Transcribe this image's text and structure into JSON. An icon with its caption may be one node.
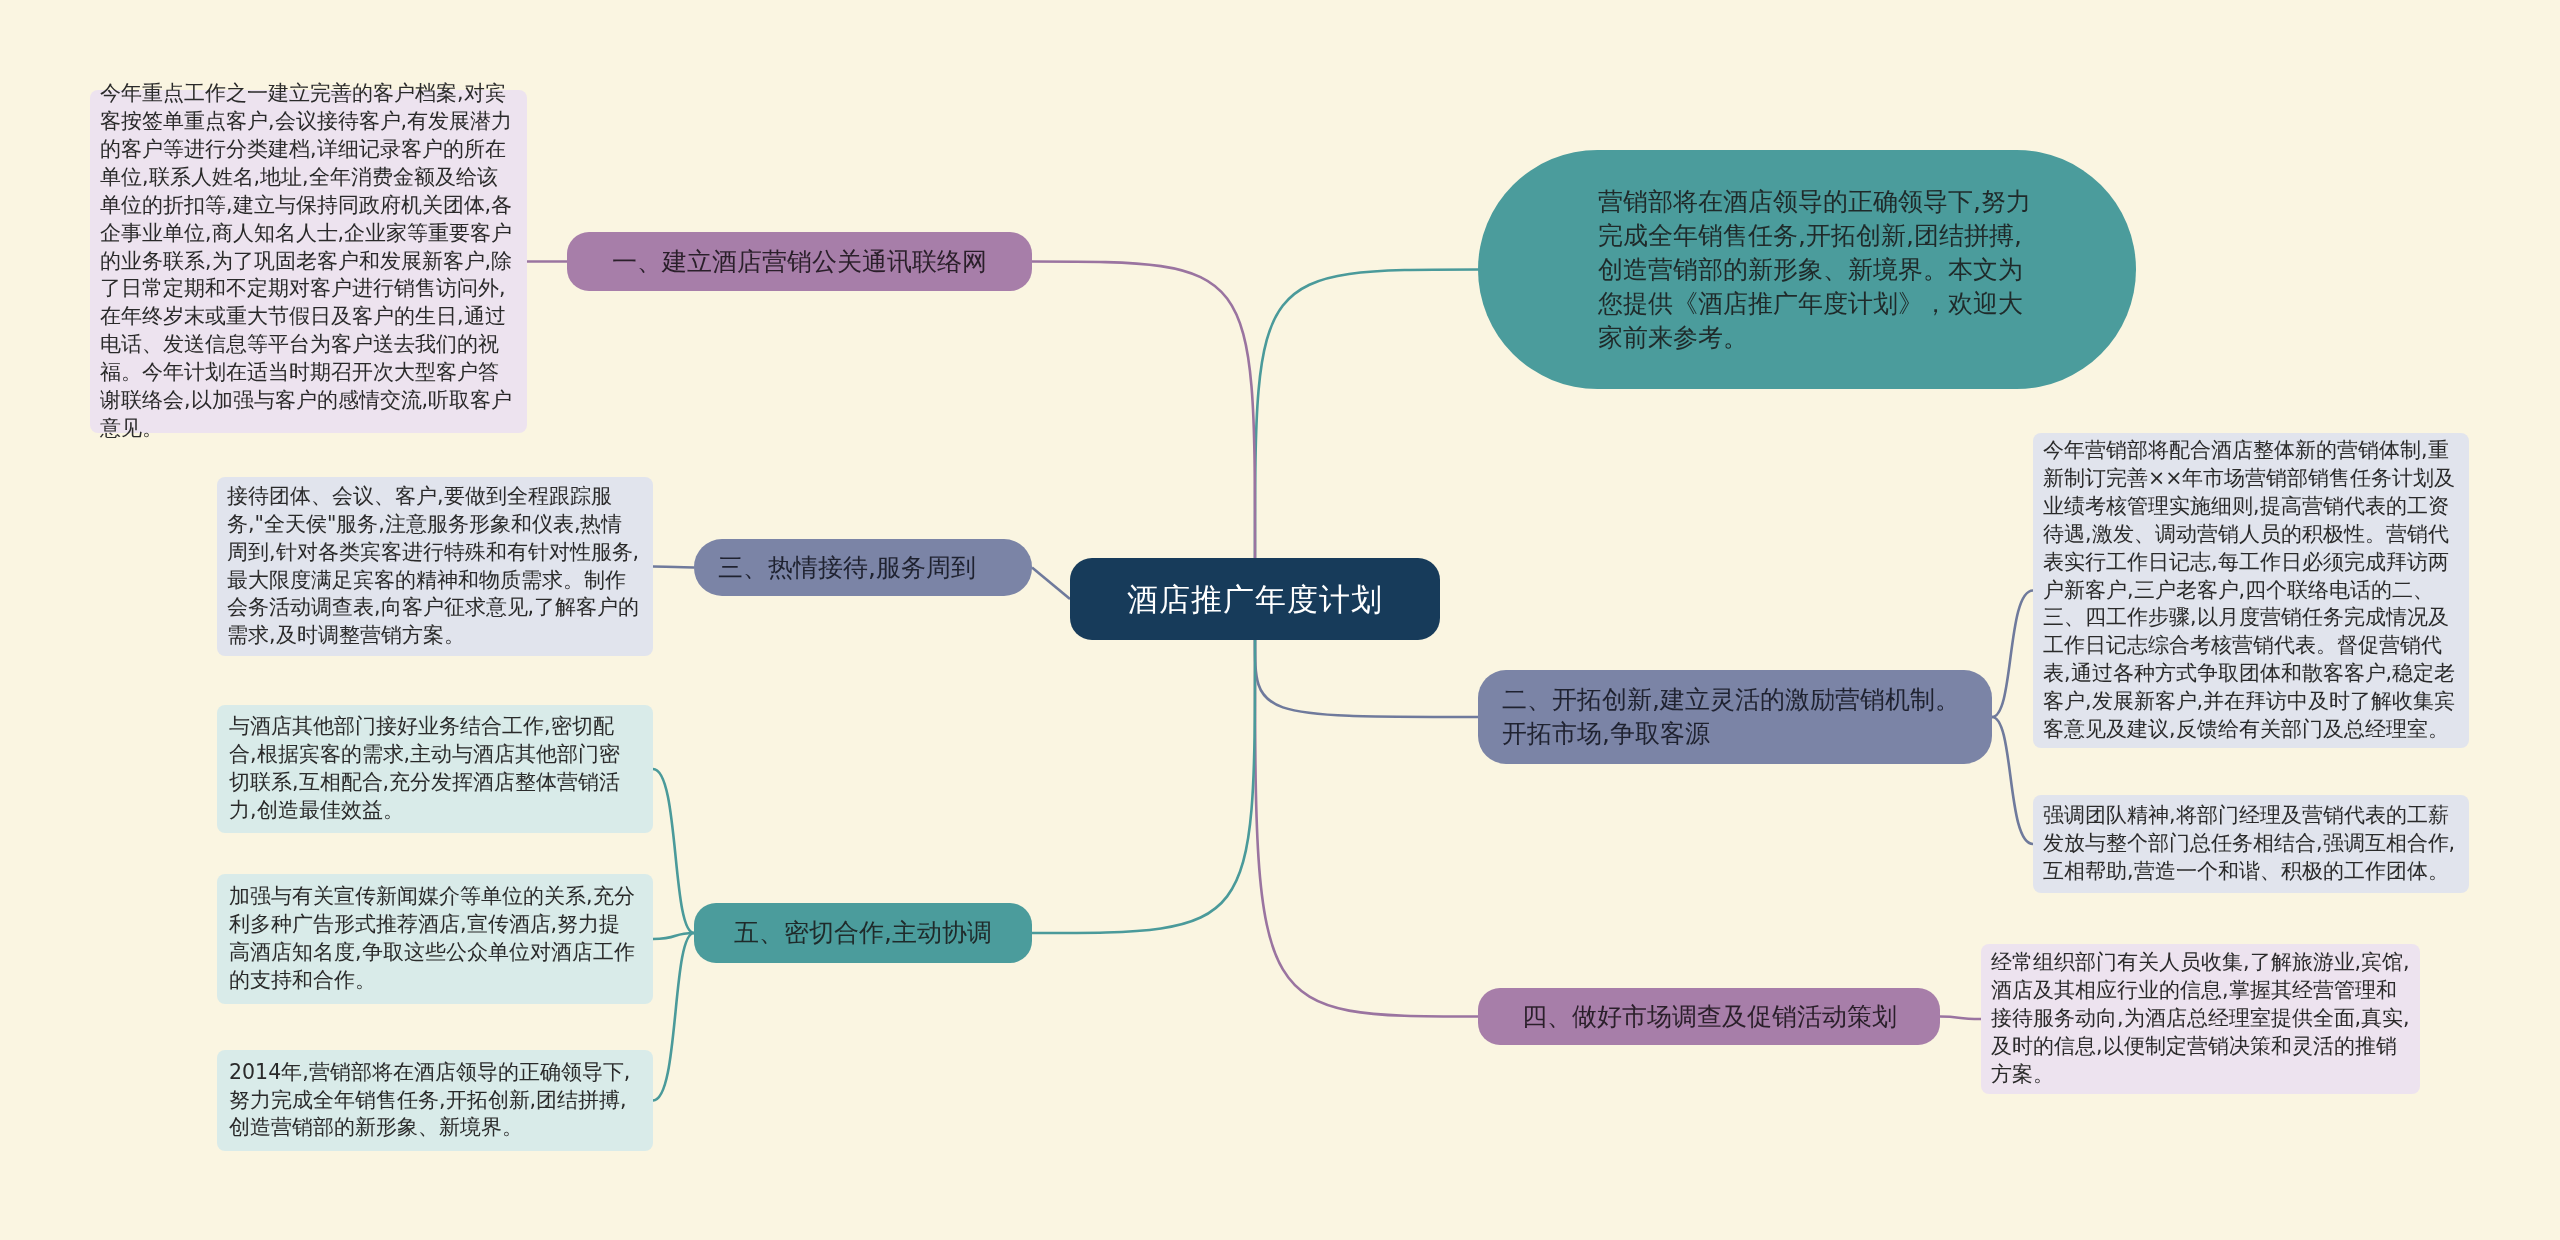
{
  "diagram": {
    "nodes": [
      {
        "text": [
          "酒店推广年度计划"
        ]
      },
      {
        "text": [
          "营销部将在酒店领导的正确领导下,努力完成全年销售任务,开拓创新,团结拼搏,创造营销部的新形象、新境界。本文为您提供《酒店推广年度计划》，欢迎大家前来参考。"
        ]
      },
      {
        "text": [
          "一、建立酒店营销公关通讯联络网"
        ]
      },
      {
        "text": [
          "今年重点工作之一建立完善的客户档案,对宾客按签单重点客户,会议接待客户,有发展潜力的客户等进行分类建档,详细记录客户的所在单位,联系人姓名,地址,全年消费金额及给该单位的折扣等,建立与保持同政府机关团体,各企事业单位,商人知名人士,企业家等重要客户的业务联系,为了巩固老客户和发展新客户,除了日常定期和不定期对客户进行销售访问外,在年终岁末或重大节假日及客户的生日,通过电话、发送信息等平台为客户送去我们的祝福。今年计划在适当时期召开次大型客户答谢联络会,以加强与客户的感情交流,听取客户意见。"
        ]
      },
      {
        "text": [
          "三、热情接待,服务周到"
        ]
      },
      {
        "text": [
          "接待团体、会议、客户,要做到全程跟踪服务,\"全天侯\"服务,注意服务形象和仪表,热情周到,针对各类宾客进行特殊和有针对性服务,最大限度满足宾客的精神和物质需求。制作会务活动调查表,向客户征求意见,了解客户的需求,及时调整营销方案。"
        ]
      },
      {
        "text": [
          "二、开拓创新,建立灵活的激励营销机制。开拓市场,争取客源"
        ]
      },
      {
        "text": [
          "今年营销部将配合酒店整体新的营销体制,重新制订完善××年市场营销部销售任务计划及业绩考核管理实施细则,提高营销代表的工资待遇,激发、调动营销人员的积极性。营销代表实行工作日记志,每工作日必须完成拜访两户新客户,三户老客户,四个联络电话的二、三、四工作步骤,以月度营销任务完成情况及工作日记志综合考核营销代表。督促营销代表,通过各种方式争取团体和散客客户,稳定老客户,发展新客户,并在拜访中及时了解收集宾客意见及建议,反馈给有关部门及总经理室。"
        ]
      },
      {
        "text": [
          "强调团队精神,将部门经理及营销代表的工薪发放与整个部门总任务相结合,强调互相合作,互相帮助,营造一个和谐、积极的工作团体。"
        ]
      },
      {
        "text": [
          "四、做好市场调查及促销活动策划"
        ]
      },
      {
        "text": [
          "经常组织部门有关人员收集,了解旅游业,宾馆,酒店及其相应行业的信息,掌握其经营管理和接待服务动向,为酒店总经理室提供全面,真实,及时的信息,以便制定营销决策和灵活的推销方案。"
        ]
      },
      {
        "text": [
          "五、密切合作,主动协调"
        ]
      },
      {
        "text": [
          "与酒店其他部门接好业务结合工作,密切配合,根据宾客的需求,主动与酒店其他部门密切联系,互相配合,充分发挥酒店整体营销活力,创造最佳效益。"
        ]
      },
      {
        "text": [
          "加强与有关宣传新闻媒介等单位的关系,充分利多种广告形式推荐酒店,宣传酒店,努力提高酒店知名度,争取这些公众单位对酒店工作的支持和合作。"
        ]
      },
      {
        "text": [
          "2014年,营销部将在酒店领导的正确领导下,努力完成全年销售任务,开拓创新,团结拼搏,创造营销部的新形象、新境界。"
        ]
      }
    ],
    "edges": [
      {
        "from": 0,
        "to": 1,
        "arrow": "none",
        "color": "#4a9a9a"
      },
      {
        "from": 0,
        "to": 2,
        "arrow": "none",
        "color": "#9a74a0"
      },
      {
        "from": 2,
        "to": 3,
        "arrow": "none",
        "color": "#9a74a0"
      },
      {
        "from": 0,
        "to": 4,
        "arrow": "none",
        "color": "#6f7a9c"
      },
      {
        "from": 4,
        "to": 5,
        "arrow": "none",
        "color": "#6f7a9c"
      },
      {
        "from": 0,
        "to": 6,
        "arrow": "none",
        "color": "#6f7a9c"
      },
      {
        "from": 6,
        "to": 7,
        "arrow": "none",
        "color": "#6f7a9c"
      },
      {
        "from": 6,
        "to": 8,
        "arrow": "none",
        "color": "#6f7a9c"
      },
      {
        "from": 0,
        "to": 9,
        "arrow": "none",
        "color": "#9a74a0"
      },
      {
        "from": 9,
        "to": 10,
        "arrow": "none",
        "color": "#9a74a0"
      },
      {
        "from": 0,
        "to": 11,
        "arrow": "none",
        "color": "#4a9a9a"
      },
      {
        "from": 11,
        "to": 12,
        "arrow": "none",
        "color": "#4a9a9a"
      },
      {
        "from": 11,
        "to": 13,
        "arrow": "none",
        "color": "#4a9a9a"
      },
      {
        "from": 11,
        "to": 14,
        "arrow": "none",
        "color": "#4a9a9a"
      }
    ]
  }
}
